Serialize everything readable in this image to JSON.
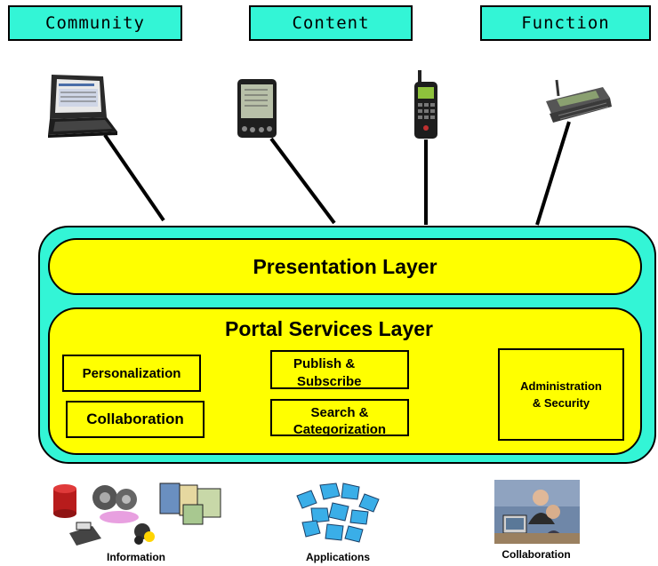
{
  "tabs": [
    "Community",
    "Content",
    "Function"
  ],
  "presentation_layer": "Presentation Layer",
  "services_layer": {
    "title": "Portal Services Layer",
    "personalization": "Personalization",
    "collaboration": "Collaboration",
    "publish": "Publish &",
    "subscribe": "Subscribe",
    "search": "Search &",
    "categorization": "Categorization",
    "administration": "Administration",
    "security": "& Security"
  },
  "bottom": {
    "information": "Information",
    "applications": "Applications",
    "collaboration": "Collaboration"
  },
  "devices": [
    "laptop-icon",
    "pda-icon",
    "mobile-phone-icon",
    "communicator-icon"
  ],
  "colors": {
    "tabs": "#33f5d6",
    "outer": "#33f5d6",
    "layers": "#ffff00"
  }
}
